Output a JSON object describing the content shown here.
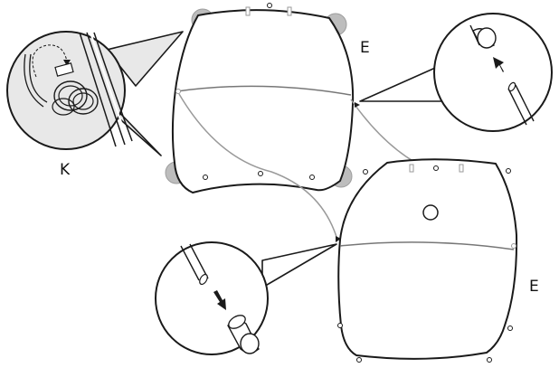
{
  "labels": {
    "top_panel": "E",
    "bottom_panel": "E",
    "knot_detail": "K"
  },
  "icons": [
    "knot-callout-icon",
    "arrow-up-icon",
    "arrow-down-icon",
    "snap-icon"
  ],
  "colors": {
    "outline": "#1a1a1a",
    "callout_fill": "#e8e8e8",
    "corner_marker": "#bdbdbd",
    "cord": "#9a9a9a",
    "hole": "#ffffff"
  }
}
